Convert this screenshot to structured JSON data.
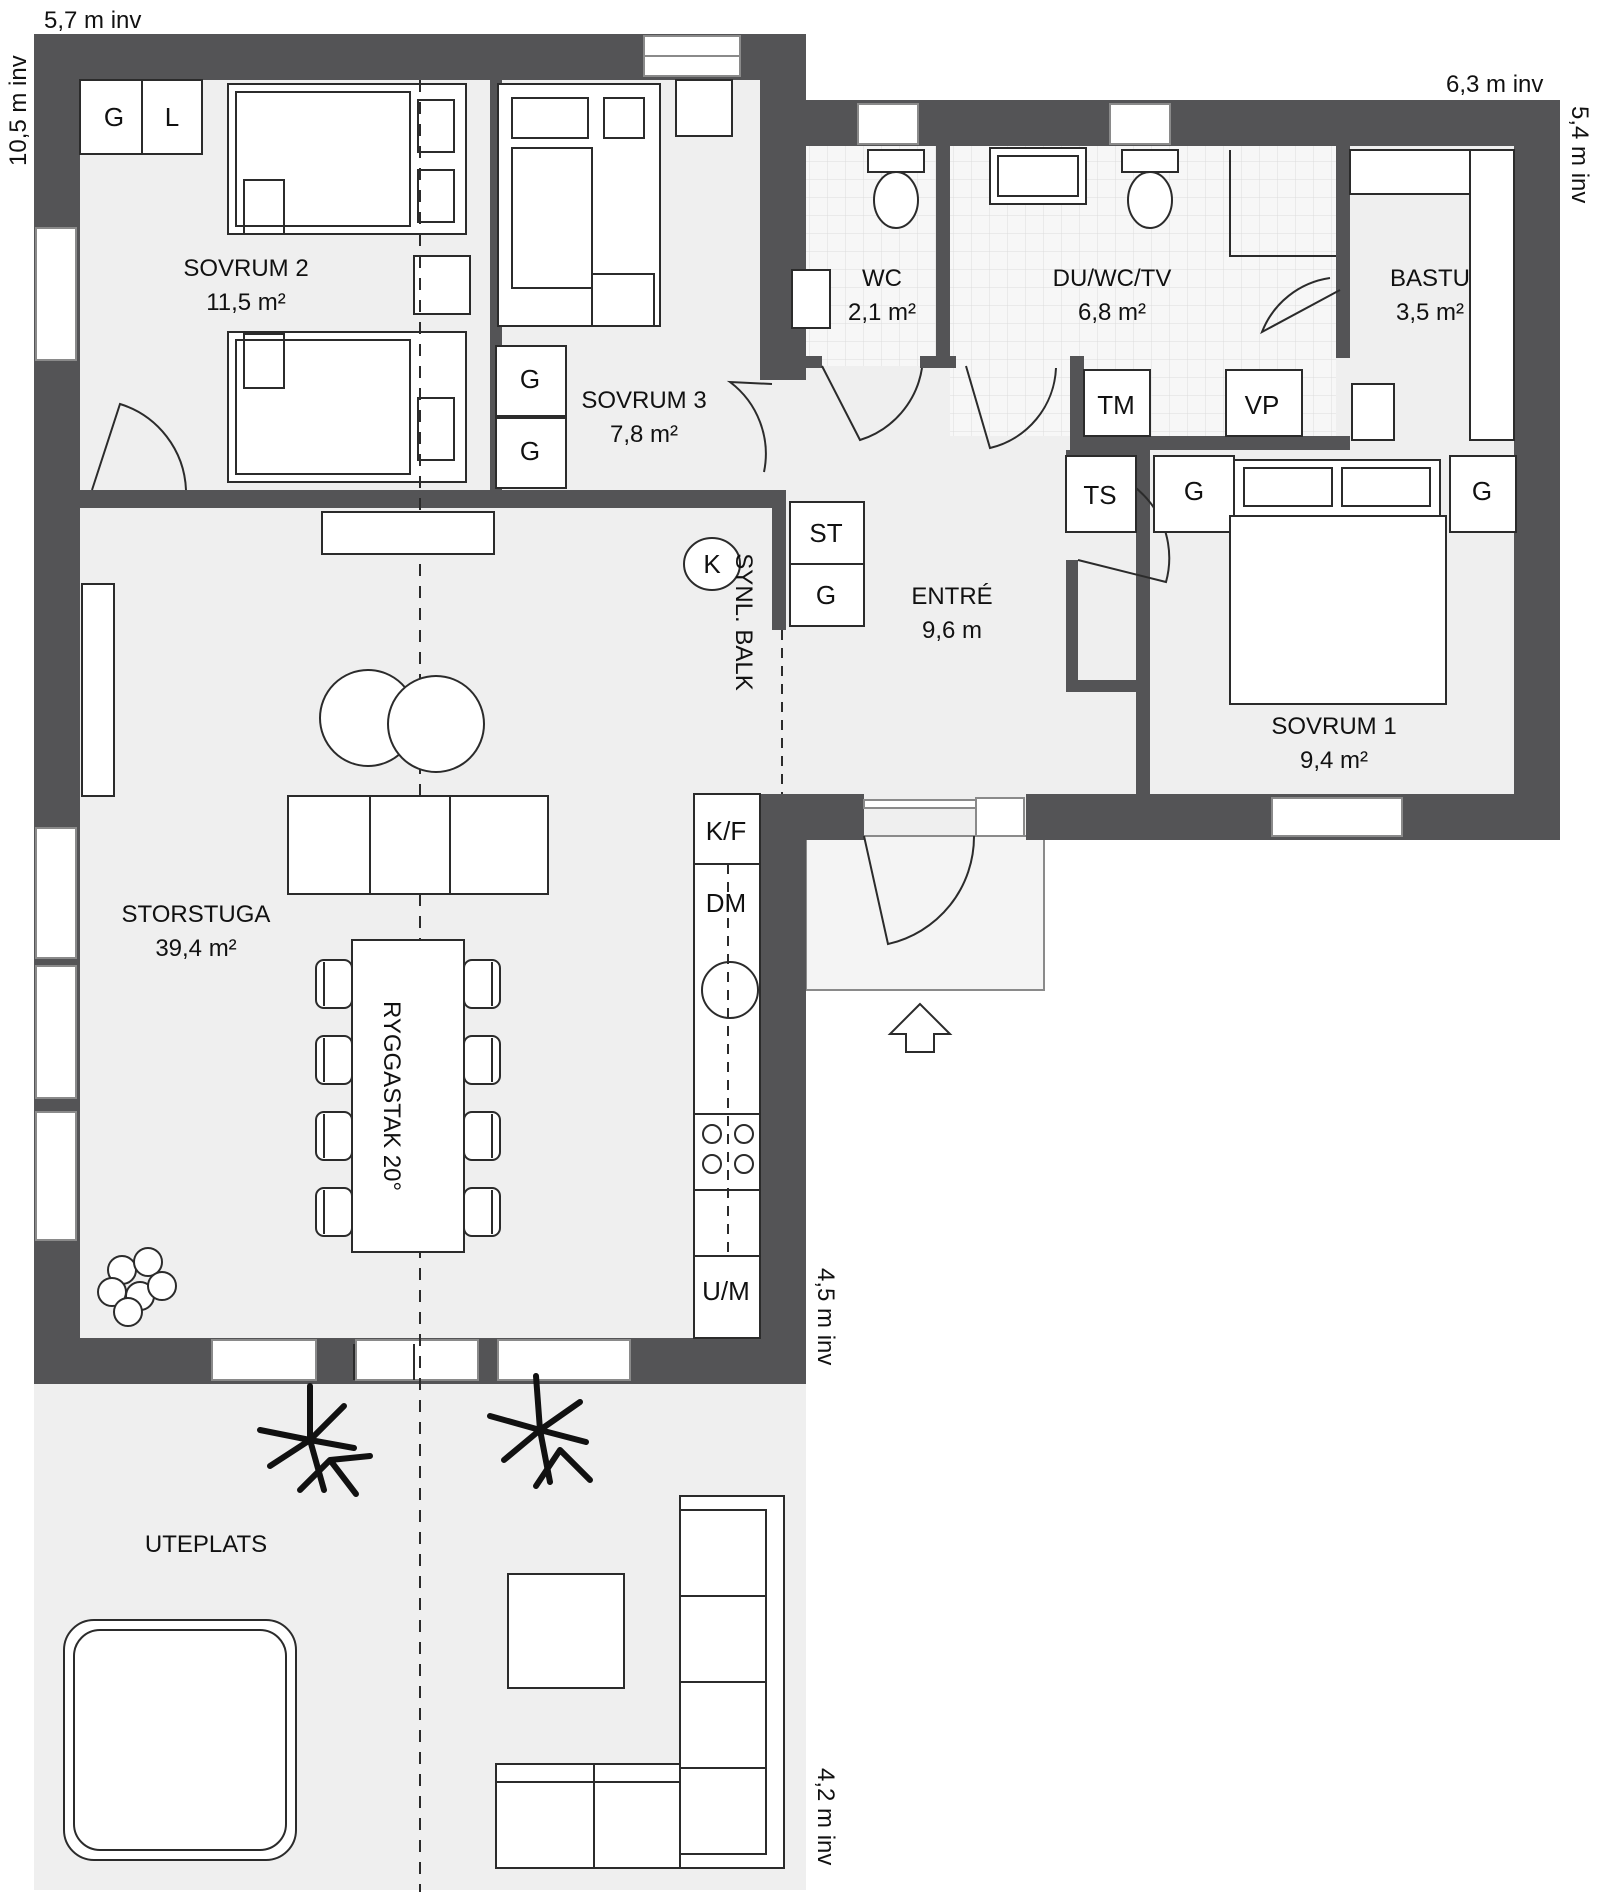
{
  "rooms": {
    "sovrum2": {
      "name": "SOVRUM 2",
      "area": "11,5 m²"
    },
    "sovrum3": {
      "name": "SOVRUM 3",
      "area": "7,8 m²"
    },
    "wc": {
      "name": "WC",
      "area": "2,1 m²"
    },
    "duwctv": {
      "name": "DU/WC/TV",
      "area": "6,8 m²"
    },
    "bastu": {
      "name": "BASTU",
      "area": "3,5 m²"
    },
    "entre": {
      "name": "ENTRÉ",
      "area": "9,6 m"
    },
    "sovrum1": {
      "name": "SOVRUM 1",
      "area": "9,4 m²"
    },
    "storstuga": {
      "name": "STORSTUGA",
      "area": "39,4 m²"
    },
    "uteplats": {
      "name": "UTEPLATS"
    }
  },
  "dimensions": {
    "top_left": "5,7 m inv",
    "left_vertical": "10,5 m inv",
    "top_right": "6,3 m inv",
    "right_vertical": "5,4 m inv",
    "mid_right": "4,5 m inv",
    "bottom_right": "4,2 m inv"
  },
  "annotations": {
    "beam": "SYNL. BALK",
    "roof": "RYGGASTAK 20°"
  },
  "fixtures": {
    "g": "G",
    "l": "L",
    "k": "K",
    "st": "ST",
    "tm": "TM",
    "vp": "VP",
    "ts": "TS",
    "kf": "K/F",
    "dm": "DM",
    "um": "U/M"
  },
  "colors": {
    "wall": "#545456",
    "floor": "#efefef",
    "outdoor": "#efefef"
  }
}
